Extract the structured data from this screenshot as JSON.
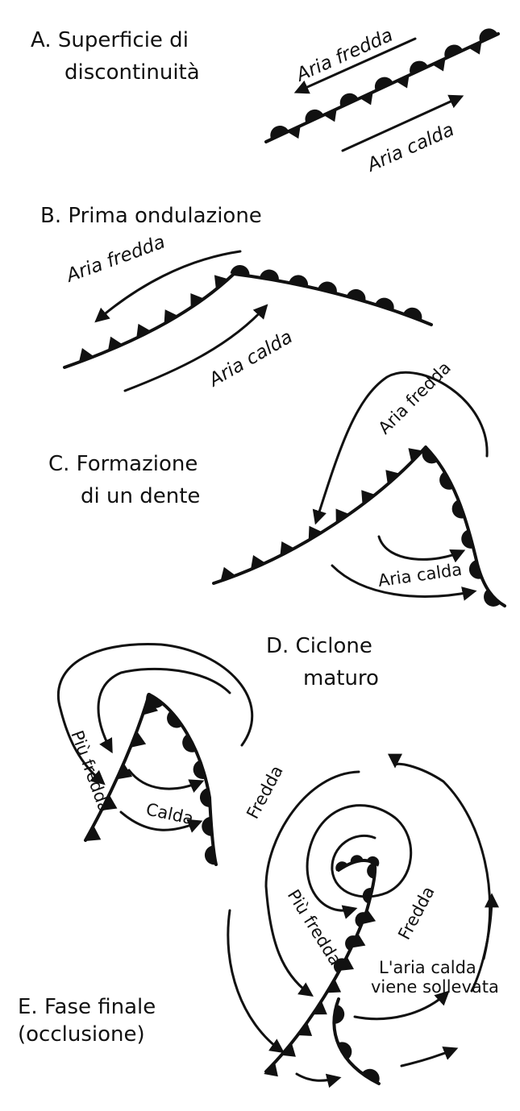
{
  "panels": {
    "a": {
      "title_line1": "A. Superficie di",
      "title_line2": "discontinuità",
      "cold_air": "Aria fredda",
      "warm_air": "Aria calda"
    },
    "b": {
      "title": "B. Prima ondulazione",
      "cold_air": "Aria fredda",
      "warm_air": "Aria calda"
    },
    "c": {
      "title_line1": "C. Formazione",
      "title_line2": "di un dente",
      "cold_air": "Aria fredda",
      "warm_air": "Aria calda"
    },
    "d": {
      "title_line1": "D. Ciclone",
      "title_line2": "maturo",
      "colder": "Più fredda",
      "warm": "Calda",
      "cold": "Fredda"
    },
    "e": {
      "title_line1": "E. Fase finale",
      "title_line2": "(occlusione)",
      "colder": "Più fredda",
      "cold": "Fredda",
      "lifted_line1": "L'aria calda",
      "lifted_line2": "viene sollevata"
    }
  },
  "colors": {
    "ink": "#111111",
    "background": "#ffffff"
  },
  "symbols": {
    "warm_front": "semicircle-marker",
    "cold_front": "triangle-marker",
    "flow": "arrow"
  }
}
